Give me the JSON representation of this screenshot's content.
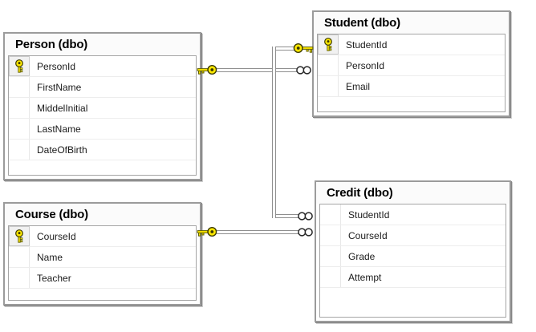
{
  "diagram": {
    "kind": "database-diagram",
    "tables": [
      {
        "id": "person",
        "title": "Person (dbo)",
        "columns": [
          {
            "name": "PersonId",
            "primary_key": true
          },
          {
            "name": "FirstName",
            "primary_key": false
          },
          {
            "name": "MiddelInitial",
            "primary_key": false
          },
          {
            "name": "LastName",
            "primary_key": false
          },
          {
            "name": "DateOfBirth",
            "primary_key": false
          }
        ]
      },
      {
        "id": "student",
        "title": "Student (dbo)",
        "columns": [
          {
            "name": "StudentId",
            "primary_key": true
          },
          {
            "name": "PersonId",
            "primary_key": false
          },
          {
            "name": "Email",
            "primary_key": false
          }
        ]
      },
      {
        "id": "course",
        "title": "Course (dbo)",
        "columns": [
          {
            "name": "CourseId",
            "primary_key": true
          },
          {
            "name": "Name",
            "primary_key": false
          },
          {
            "name": "Teacher",
            "primary_key": false
          }
        ]
      },
      {
        "id": "credit",
        "title": "Credit (dbo)",
        "columns": [
          {
            "name": "StudentId",
            "primary_key": false
          },
          {
            "name": "CourseId",
            "primary_key": false
          },
          {
            "name": "Grade",
            "primary_key": false
          },
          {
            "name": "Attempt",
            "primary_key": false
          }
        ]
      }
    ],
    "relationships": [
      {
        "one_side": "Person",
        "many_side": "Student",
        "one_icon": "key-icon",
        "many_icon": "infinity-icon"
      },
      {
        "one_side": "Student",
        "many_side": "Credit",
        "one_icon": "key-icon",
        "many_icon": "infinity-icon"
      },
      {
        "one_side": "Course",
        "many_side": "Credit",
        "one_icon": "key-icon",
        "many_icon": "infinity-icon"
      }
    ],
    "colors": {
      "key_fill": "#ffe800",
      "key_outline": "#3a3a00",
      "box_border": "#9b9b9b",
      "grid_border": "#a5a5a5",
      "row_divider": "#ededed",
      "relationship_line": "#8f8f8f",
      "pk_cell_bg": "#f1f1f1",
      "header_bg": "#fbfbfb"
    }
  }
}
